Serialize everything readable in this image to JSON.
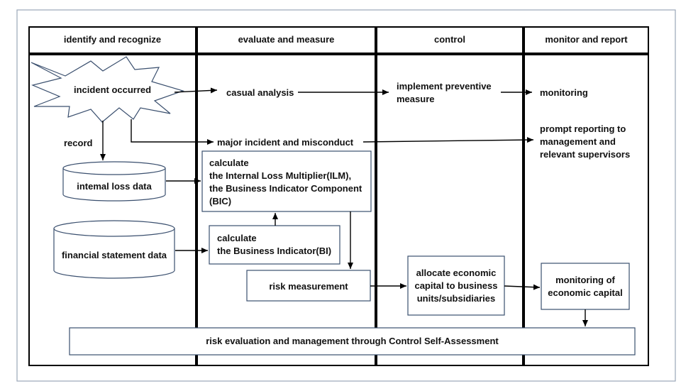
{
  "columns": [
    {
      "label": "identify and recognize"
    },
    {
      "label": "evaluate and measure"
    },
    {
      "label": "control"
    },
    {
      "label": "monitor and report"
    }
  ],
  "nodes": {
    "incident": "incident occurred",
    "record": "record",
    "internal_loss": "intemal loss data",
    "financial_statement": "financial statement data",
    "casual_analysis": "casual analysis",
    "major_incident": "major incident and misconduct",
    "calc_ilm": {
      "line1": "calculate",
      "line2": "the Internal Loss Multiplier(ILM),",
      "line3": "the Business Indicator Component",
      "line4": "(BIC)"
    },
    "calc_bi": {
      "line1": "calculate",
      "line2": "the Business Indicator(BI)"
    },
    "risk_measurement": "risk measurement",
    "implement_preventive": {
      "line1": "implement preventive",
      "line2": "measure"
    },
    "allocate_capital": {
      "line1": "allocate economic",
      "line2": "capital to business",
      "line3": "units/subsidiaries"
    },
    "monitoring": "monitoring",
    "prompt_reporting": {
      "line1": "prompt reporting to",
      "line2": "management and",
      "line3": "relevant supervisors"
    },
    "monitoring_capital": {
      "line1": "monitoring of",
      "line2": "economic capital"
    },
    "csa_bar": "risk evaluation and management through Control Self-Assessment"
  },
  "colors": {
    "box_border": "#3a4f6e",
    "frame_border": "#9aa6b8",
    "line": "#000000"
  }
}
